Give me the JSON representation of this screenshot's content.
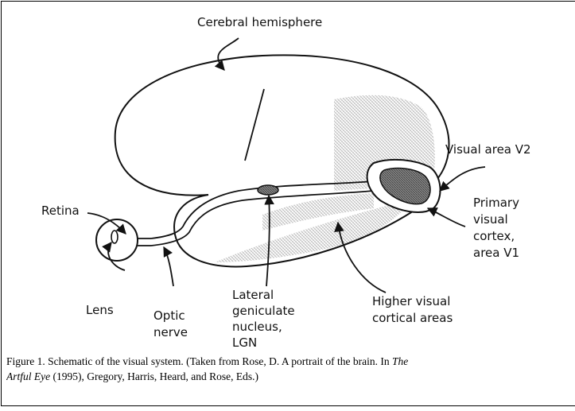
{
  "diagram": {
    "labels": {
      "cerebral_hemisphere": "Cerebral hemisphere",
      "visual_area_v2": "Visual area  V2",
      "primary_visual_cortex": [
        "Primary",
        "visual",
        "cortex,",
        "area V1"
      ],
      "retina": "Retina",
      "lens": "Lens",
      "optic_nerve": [
        "Optic",
        "nerve"
      ],
      "lgn": [
        "Lateral",
        "geniculate",
        "nucleus,",
        "LGN"
      ],
      "higher_visual": [
        "Higher visual",
        "cortical areas"
      ]
    }
  },
  "caption": {
    "part1": "Figure 1.  Schematic of the visual system. (Taken from Rose, D. A portrait of the brain.  In ",
    "italic1": "The",
    "italic2": "Artful Eye",
    "part2": " (1995), Gregory, Harris, Heard, and Rose, Eds.)"
  },
  "colors": {
    "ink": "#111111",
    "shading": "#b9b9b9",
    "dark_fill": "#555555"
  }
}
